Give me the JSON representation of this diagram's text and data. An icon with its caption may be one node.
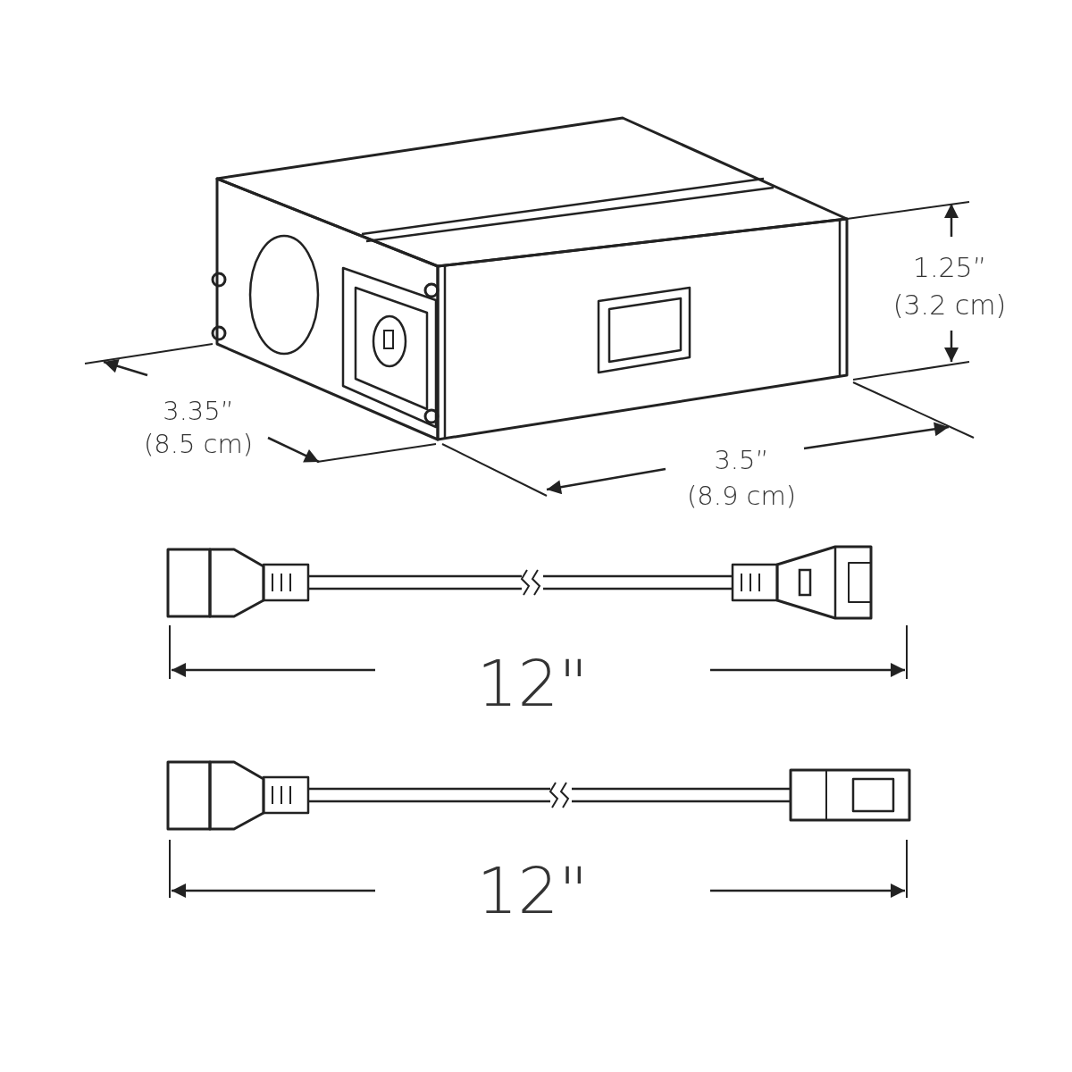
{
  "diagram": {
    "labels": [
      "1.25”",
      "(3.2 cm)",
      "3.35”",
      "(8.5 cm)",
      "3.5”",
      "(8.9 cm)",
      "12\"",
      "12\""
    ]
  }
}
